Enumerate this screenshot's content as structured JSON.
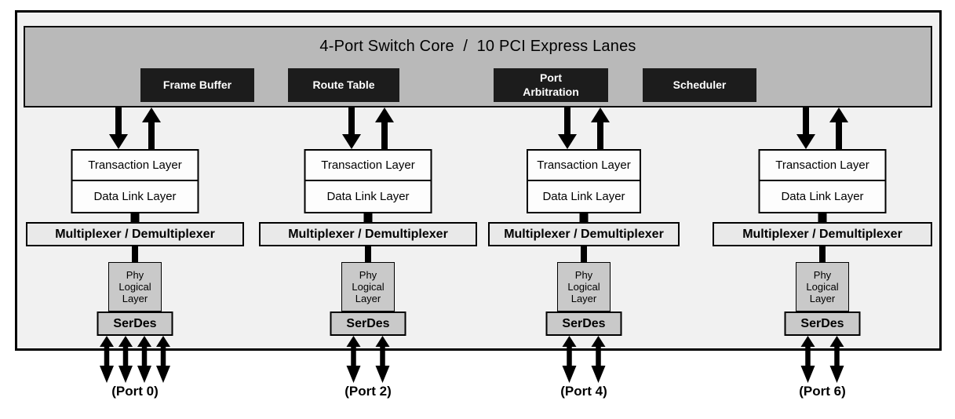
{
  "core": {
    "title": "4-Port Switch Core  /  10 PCI Express Lanes",
    "blocks": [
      {
        "label": "Frame Buffer"
      },
      {
        "label": "Route Table"
      },
      {
        "label": "Port\nArbitration"
      },
      {
        "label": "Scheduler"
      }
    ]
  },
  "stack_labels": {
    "transaction": "Transaction Layer",
    "data_link": "Data Link Layer",
    "mux": "Multiplexer / Demultiplexer",
    "phy": "Phy\nLogical\nLayer",
    "serdes": "SerDes"
  },
  "ports": [
    {
      "label": "(Port 0)",
      "lanes": 4
    },
    {
      "label": "(Port 2)",
      "lanes": 2
    },
    {
      "label": "(Port 4)",
      "lanes": 2
    },
    {
      "label": "(Port 6)",
      "lanes": 2
    }
  ],
  "icons": {
    "down_arrow": "arrow-down-icon",
    "up_arrow": "arrow-up-icon",
    "lane_arrow": "double-headed-arrow-icon"
  },
  "colors": {
    "core_bar": "#b9b9b9",
    "core_block": "#1c1c1c",
    "frame_bg": "#f1f1f1",
    "layer_box": "#fdfdfd",
    "mux_box": "#e9e9e9",
    "phy_box": "#c9c9c9",
    "arrow": "#000000",
    "text_on_block": "#ffffff"
  }
}
